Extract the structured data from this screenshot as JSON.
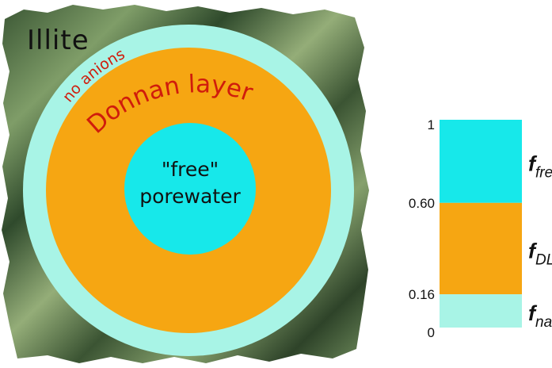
{
  "diagram": {
    "mineral_label": "Illite",
    "outer_ring_label": "no anions",
    "middle_ring_label": "Donnan layer",
    "center_line1": "\"free\"",
    "center_line2": "porewater",
    "colors": {
      "illite_dark": "#3e5a36",
      "illite_light": "#8aa670",
      "no_anion": "#a8f4e6",
      "donnan": "#f6a612",
      "free": "#17e8ea",
      "red_text": "#d01c0c"
    }
  },
  "bar": {
    "ticks": [
      {
        "label": "1",
        "value": 1
      },
      {
        "label": "0.60",
        "value": 0.6
      },
      {
        "label": "0.16",
        "value": 0.16
      },
      {
        "label": "0",
        "value": 0
      }
    ],
    "segments": [
      {
        "key": "free",
        "from": 0.6,
        "to": 1,
        "color": "#17e8ea",
        "f": "f",
        "sub": "free"
      },
      {
        "key": "dl",
        "from": 0.16,
        "to": 0.6,
        "color": "#f6a612",
        "f": "f",
        "sub": "DL"
      },
      {
        "key": "na",
        "from": 0,
        "to": 0.16,
        "color": "#a8f4e6",
        "f": "f",
        "sub": "na"
      }
    ]
  }
}
